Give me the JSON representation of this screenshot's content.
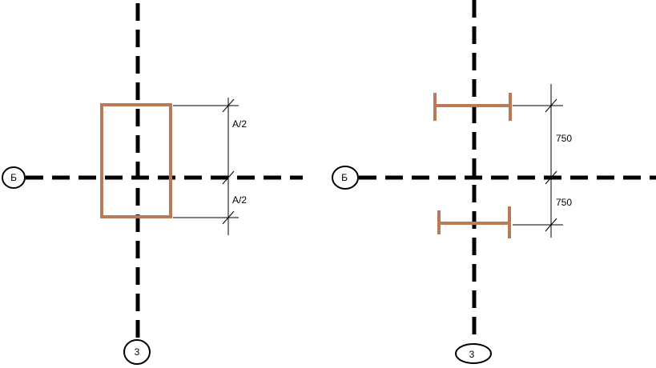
{
  "left_panel": {
    "axis_horizontal_label": "Б",
    "axis_vertical_label": "3",
    "dim_top": "A/2",
    "dim_bottom": "A/2"
  },
  "right_panel": {
    "axis_horizontal_label": "Б",
    "axis_vertical_label": "3",
    "dim_top": "750",
    "dim_bottom": "750"
  },
  "colors": {
    "member": "#b97a57",
    "axis": "#000000"
  }
}
